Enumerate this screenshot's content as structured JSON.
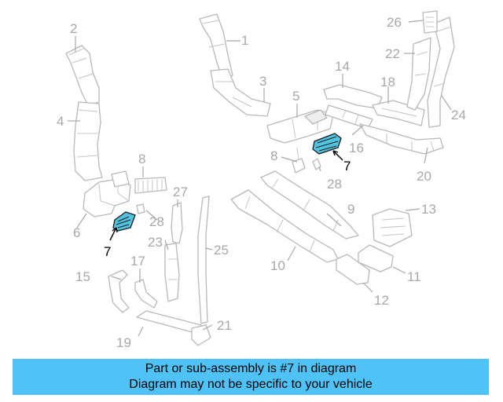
{
  "diagram": {
    "callouts": {
      "c1": "1",
      "c2": "2",
      "c3": "3",
      "c4": "4",
      "c5": "5",
      "c6": "6",
      "c7a": "7",
      "c7b": "7",
      "c8a": "8",
      "c8b": "8",
      "c9": "9",
      "c10": "10",
      "c11": "11",
      "c12": "12",
      "c13": "13",
      "c14": "14",
      "c15": "15",
      "c16": "16",
      "c17": "17",
      "c18": "18",
      "c19": "19",
      "c20": "20",
      "c21": "21",
      "c22": "22",
      "c23": "23",
      "c24": "24",
      "c25": "25",
      "c26": "26",
      "c27": "27",
      "c28a": "28",
      "c28b": "28"
    },
    "highlighted_part": "7",
    "highlight_color": "#4fc3e0"
  },
  "banner": {
    "line1": "Part or sub-assembly is #7 in diagram",
    "line2": "Diagram may not be specific to your vehicle",
    "background": "#4fc3f7"
  }
}
